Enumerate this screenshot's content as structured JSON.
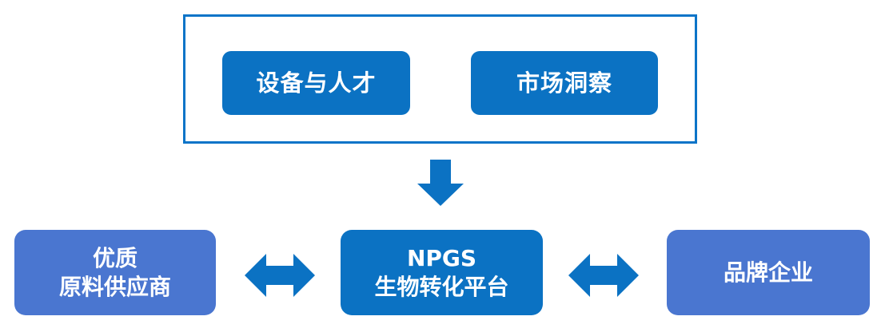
{
  "top_group": {
    "items": [
      {
        "label": "设备与人才"
      },
      {
        "label": "市场洞察"
      }
    ]
  },
  "left_box": {
    "line1": "优质",
    "line2": "原料供应商"
  },
  "center_box": {
    "line1": "NPGS",
    "line2": "生物转化平台"
  },
  "right_box": {
    "label": "品牌企业"
  },
  "colors": {
    "primary_blue": "#0b72c3",
    "side_blue": "#4a76d0",
    "frame_border": "#0b74c8"
  }
}
